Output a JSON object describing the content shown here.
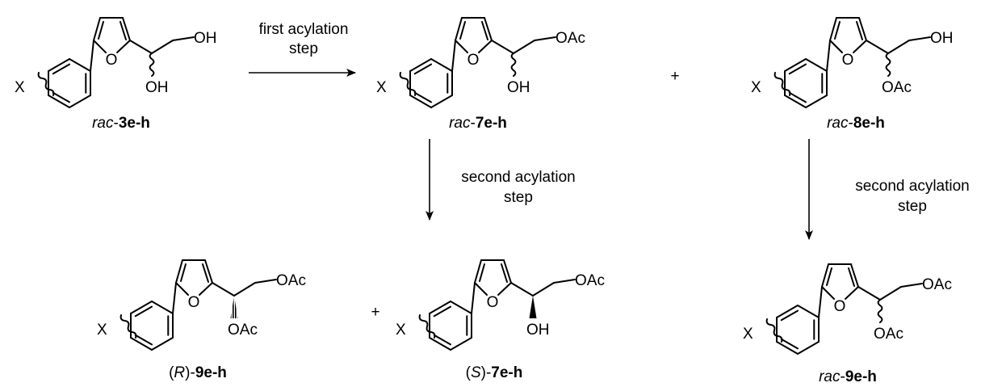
{
  "atom_labels": {
    "x": "X",
    "o": "O",
    "oh": "OH",
    "oac": "OAc"
  },
  "plus_sign": "+",
  "compounds": [
    {
      "id": "rac-3e-h",
      "prefix": "rac-",
      "number": "3e-h",
      "stereo": "wavy",
      "a_sub": "OH",
      "b_sub": "OH"
    },
    {
      "id": "rac-7e-h",
      "prefix": "rac-",
      "number": "7e-h",
      "stereo": "wavy",
      "a_sub": "OH",
      "b_sub": "OAc"
    },
    {
      "id": "rac-8e-h",
      "prefix": "rac-",
      "number": "8e-h",
      "stereo": "wavy",
      "a_sub": "OAc",
      "b_sub": "OH"
    },
    {
      "id": "R-9e-h",
      "prefix": "(R)-",
      "number": "9e-h",
      "stereo": "hashed",
      "a_sub": "OAc",
      "b_sub": "OAc"
    },
    {
      "id": "S-7e-h",
      "prefix": "(S)-",
      "number": "7e-h",
      "stereo": "bold",
      "a_sub": "OH",
      "b_sub": "OAc"
    },
    {
      "id": "rac-9e-h",
      "prefix": "rac-",
      "number": "9e-h",
      "stereo": "wavy",
      "a_sub": "OAc",
      "b_sub": "OAc"
    }
  ],
  "arrows": [
    {
      "id": "first",
      "label_lines": [
        "first acylation",
        "step"
      ]
    },
    {
      "id": "second-a",
      "label_lines": [
        "second acylation",
        "step"
      ]
    },
    {
      "id": "second-b",
      "label_lines": [
        "second acylation",
        "step"
      ]
    }
  ]
}
